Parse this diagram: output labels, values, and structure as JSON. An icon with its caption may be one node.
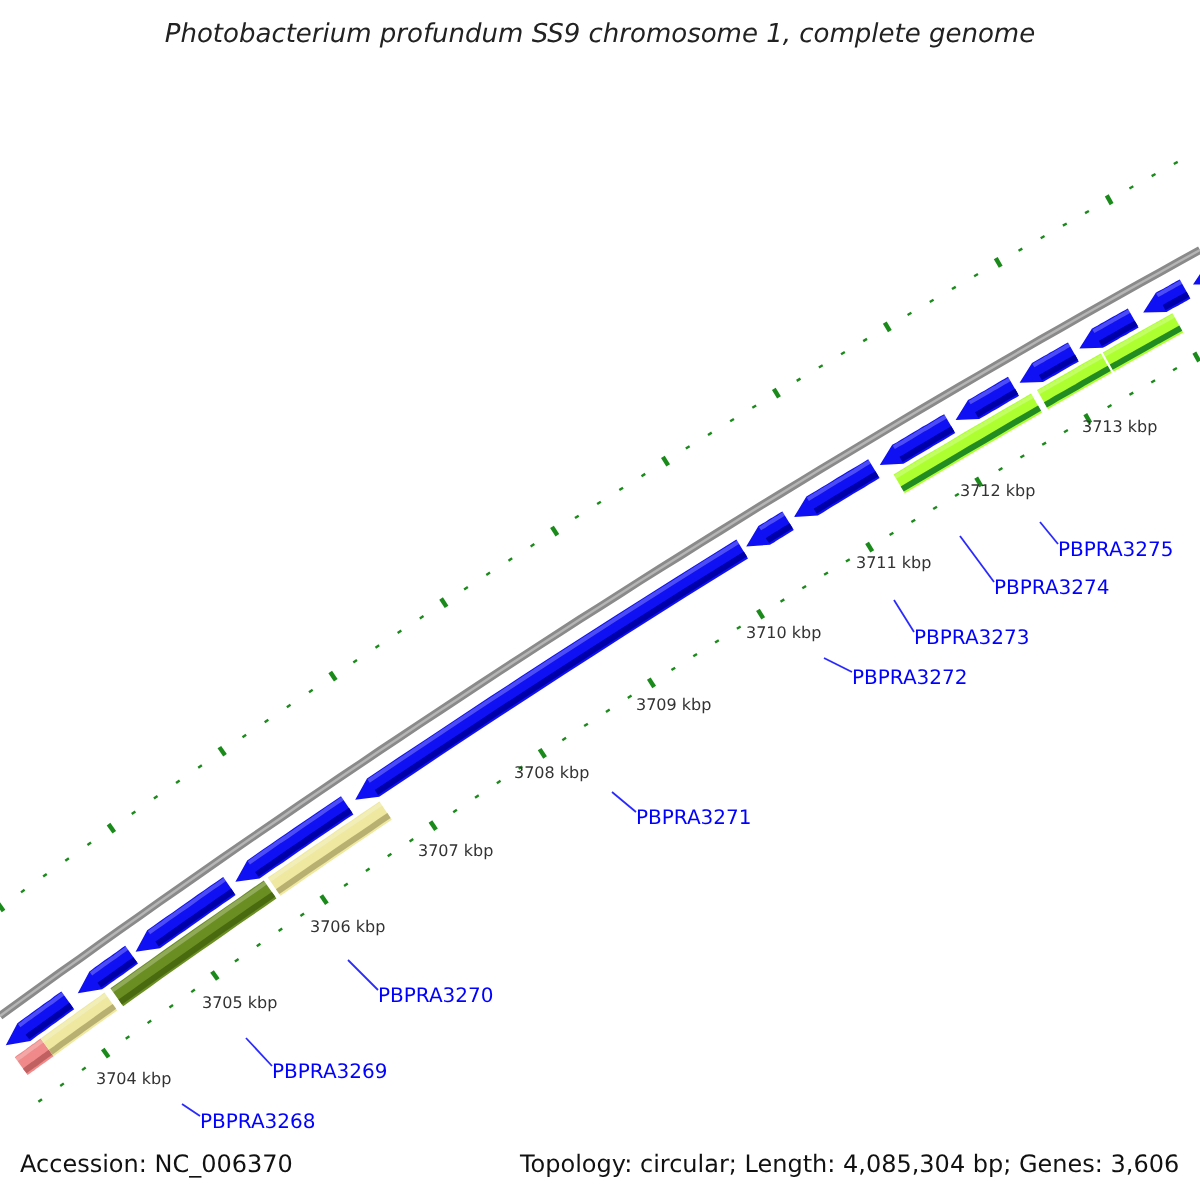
{
  "diagram": {
    "title": "Photobacterium profundum SS9 chromosome 1, complete genome",
    "nodes": [
      {
        "text": [
          "PBPRA3268"
        ]
      },
      {
        "text": [
          "PBPRA3269"
        ]
      },
      {
        "text": [
          "PBPRA3270"
        ]
      },
      {
        "text": [
          "PBPRA3271"
        ]
      },
      {
        "text": [
          "PBPRA3272"
        ]
      },
      {
        "text": [
          "PBPRA3273"
        ]
      },
      {
        "text": [
          "PBPRA3274"
        ]
      },
      {
        "text": [
          "PBPRA3275"
        ]
      }
    ],
    "edges": [
      {
        "from": 0,
        "to": null,
        "arrow": "none"
      },
      {
        "from": 1,
        "to": null,
        "arrow": "none"
      },
      {
        "from": 2,
        "to": null,
        "arrow": "none"
      },
      {
        "from": 3,
        "to": null,
        "arrow": "none"
      },
      {
        "from": 4,
        "to": null,
        "arrow": "none"
      },
      {
        "from": 5,
        "to": null,
        "arrow": "none"
      },
      {
        "from": 6,
        "to": null,
        "arrow": "none"
      },
      {
        "from": 7,
        "to": null,
        "arrow": "none"
      }
    ],
    "labels": [
      "3704 kbp",
      "3705 kbp",
      "3706 kbp",
      "3707 kbp",
      "3708 kbp",
      "3709 kbp",
      "3710 kbp",
      "3711 kbp",
      "3712 kbp",
      "3713 kbp",
      "Accession: NC_006370",
      "Topology: circular; Length: 4,085,304 bp; Genes: 3,606"
    ]
  }
}
